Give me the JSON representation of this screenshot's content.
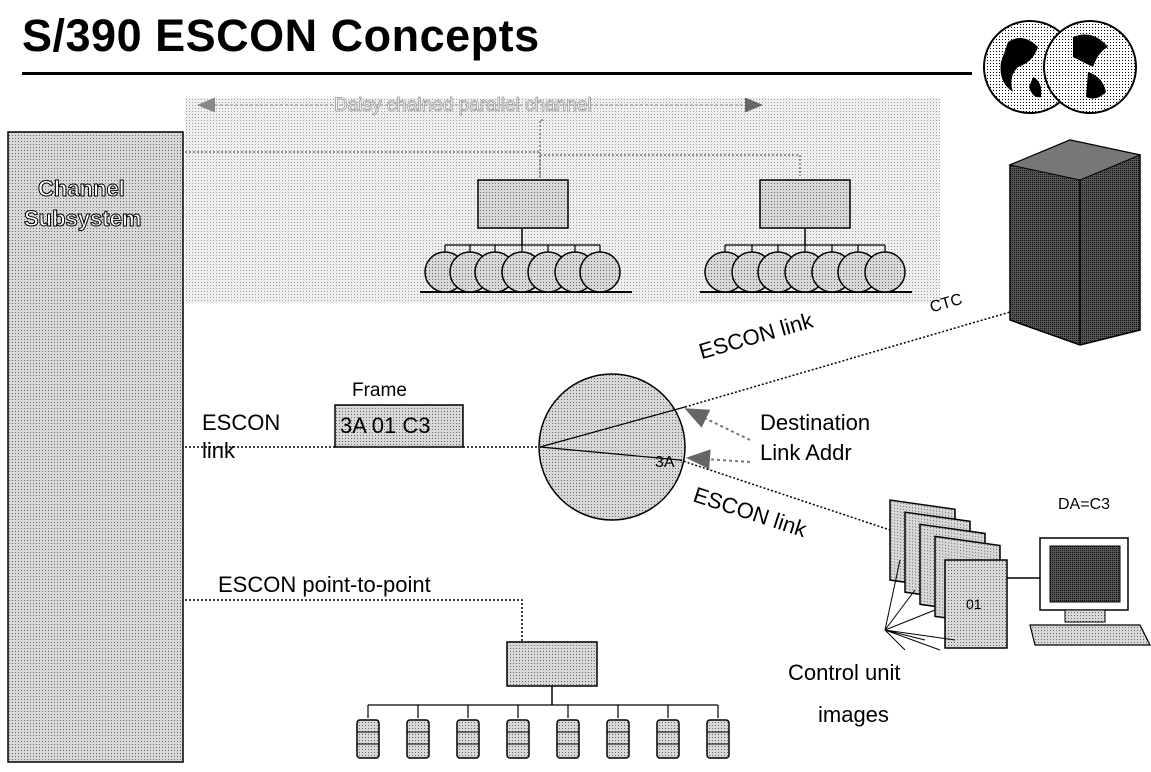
{
  "title": "S/390 ESCON Concepts",
  "labels": {
    "channel_subsystem_line1": "Channel",
    "channel_subsystem_line2": "Subsystem",
    "daisy_chain": "Daisy chained parallel channel",
    "escon_link_left_line1": "ESCON",
    "escon_link_left_line2": "link",
    "frame": "Frame",
    "frame_content": "3A 01 C3",
    "escon_link_top": "ESCON link",
    "ctc": "CTC",
    "destination_line1": "Destination",
    "destination_line2": "Link Addr",
    "port_3a": "3A",
    "escon_link_bottom": "ESCON link",
    "da": "DA=C3",
    "cu_image_label": "01",
    "point_to_point": "ESCON point-to-point",
    "control_unit_line1": "Control unit",
    "control_unit_line2": "images"
  },
  "icons": {
    "logo": "globe-logo-icon",
    "mainframe": "mainframe-icon",
    "terminal": "terminal-icon",
    "director": "escon-director-icon",
    "tape": "tape-reel-icon",
    "disk": "disk-drive-icon"
  },
  "colors": {
    "pattern_fill": "#c8c8c8",
    "line": "#000000"
  }
}
